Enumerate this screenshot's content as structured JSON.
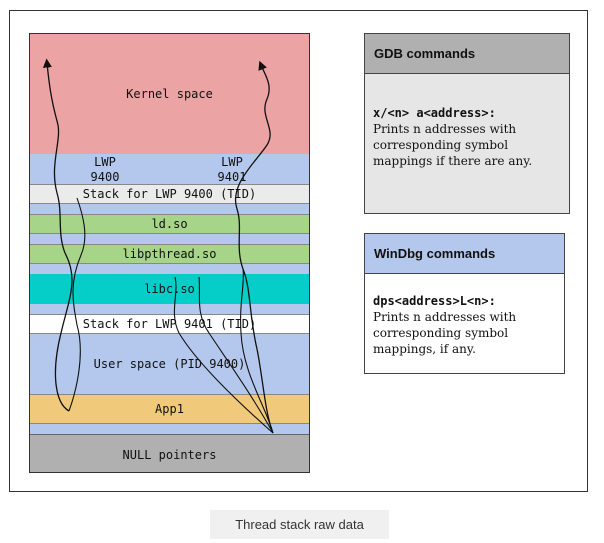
{
  "memory_map": {
    "kernel": "Kernel space",
    "lwp_left": {
      "line1": "LWP",
      "line2": "9400"
    },
    "lwp_right": {
      "line1": "LWP",
      "line2": "9401"
    },
    "stack_9400": "Stack for LWP 9400 (TID)",
    "ld": "ld.so",
    "libpthread": "libpthread.so",
    "libc": "libc.so",
    "stack_9401": "Stack for LWP 9401 (TID)",
    "user_space": "User space (PID 9400)",
    "app": "App1",
    "null_pointers": "NULL pointers"
  },
  "gdb": {
    "title": "GDB commands",
    "syntax": "x/<n> a<address>:",
    "description": "Prints n addresses with corresponding symbol mappings if there are any."
  },
  "windbg": {
    "title": "WinDbg commands",
    "syntax": "dps<address>L<n>:",
    "description": "Prints n addresses with corresponding symbol mappings, if any."
  },
  "caption": "Thread stack raw data",
  "colors": {
    "kernel": "#eca3a3",
    "user": "#b4c7ec",
    "library": "#a6d488",
    "libc": "#04cec7",
    "app": "#f0c97a",
    "null": "#b0b0b0",
    "stack": "#ebebeb"
  }
}
